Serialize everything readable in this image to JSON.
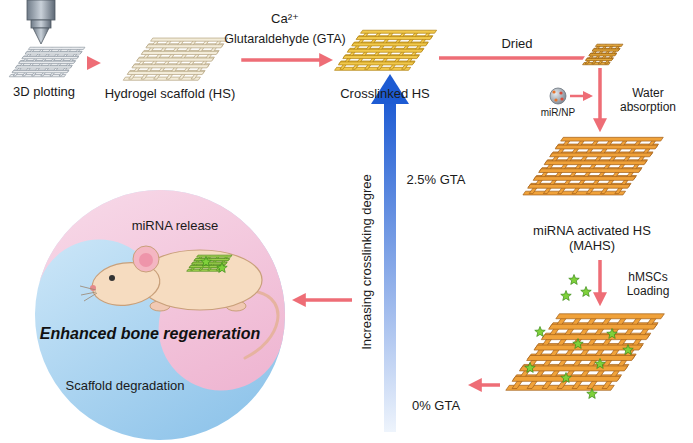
{
  "diagram": {
    "nodes": [
      {
        "text": [
          "3D plotting"
        ]
      },
      {
        "text": [
          "Hydrogel scaffold (HS)"
        ]
      },
      {
        "text": [
          "Crosslinked HS"
        ]
      },
      {
        "text": [
          "miRNA activated HS (MAHS)"
        ]
      },
      {
        "text": [
          "miRNA release",
          "Enhanced bone regeneration",
          "Scaffold degradation"
        ]
      }
    ],
    "edges": [
      {
        "from": 0,
        "to": 1,
        "arrow": "to"
      },
      {
        "from": 1,
        "to": 2,
        "label": "Ca²⁺",
        "arrow": "to"
      },
      {
        "from": 2,
        "to": 3,
        "label": "Dried",
        "arrow": "to"
      }
    ],
    "labels": [
      "Glutaraldehyde (GTA)",
      "miR/NP",
      "Water absorption",
      "hMSCs Loading",
      "2.5% GTA",
      "0% GTA",
      "Increasing crosslinking degree"
    ]
  }
}
